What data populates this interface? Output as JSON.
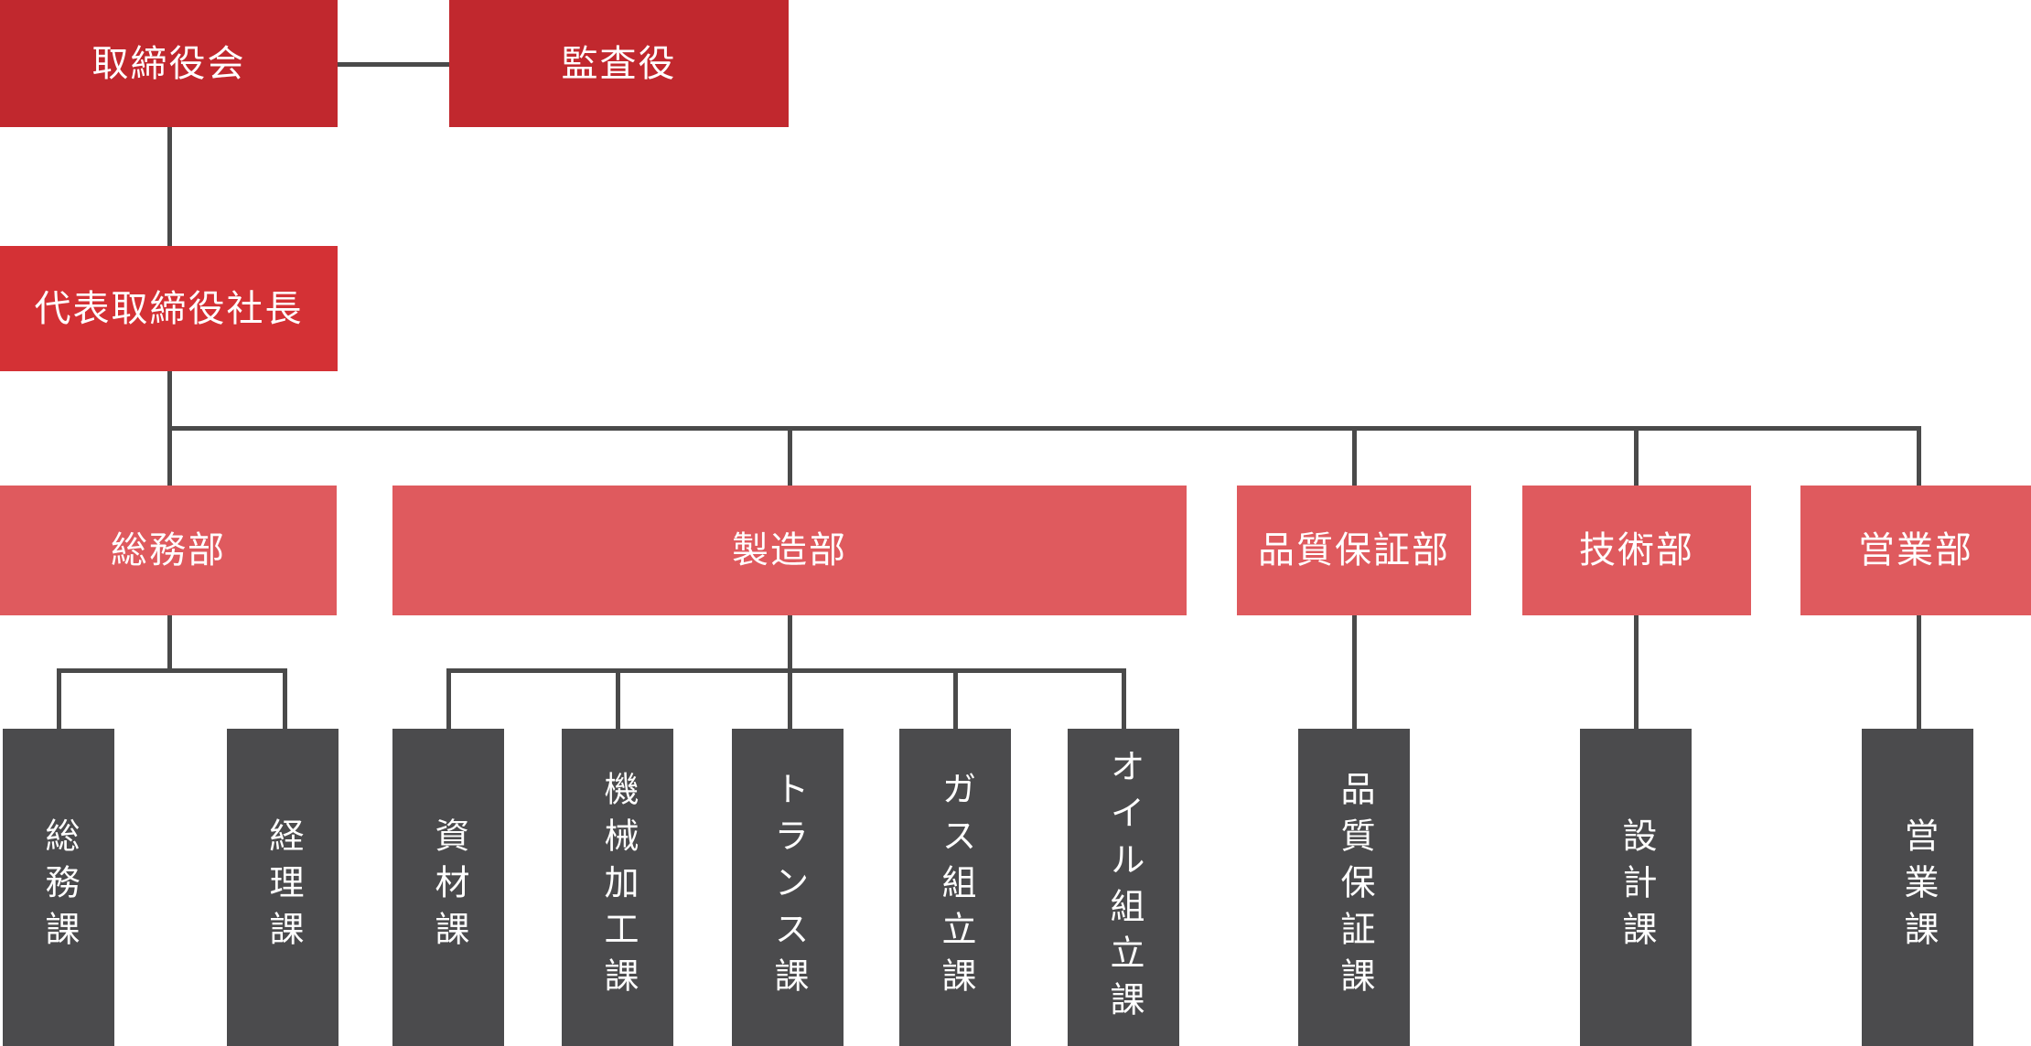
{
  "colors": {
    "executive_red": "#c1282e",
    "president_red": "#d43135",
    "department_coral": "#df5a5e",
    "section_gray": "#4b4b4d",
    "connector_gray": "#4a4a4a",
    "label_text": "#ffffff",
    "background": "#ffffff"
  },
  "org": {
    "board": {
      "label": "取締役会"
    },
    "auditor": {
      "label": "監査役"
    },
    "president": {
      "label": "代表取締役社長"
    },
    "departments": [
      {
        "label": "総務部",
        "sections": [
          "総務課",
          "経理課"
        ]
      },
      {
        "label": "製造部",
        "sections": [
          "資材課",
          "機械加工課",
          "トランス課",
          "ガス組立課",
          "オイル組立課"
        ]
      },
      {
        "label": "品質保証部",
        "sections": [
          "品質保証課"
        ]
      },
      {
        "label": "技術部",
        "sections": [
          "設計課"
        ]
      },
      {
        "label": "営業部",
        "sections": [
          "営業課"
        ]
      }
    ]
  }
}
